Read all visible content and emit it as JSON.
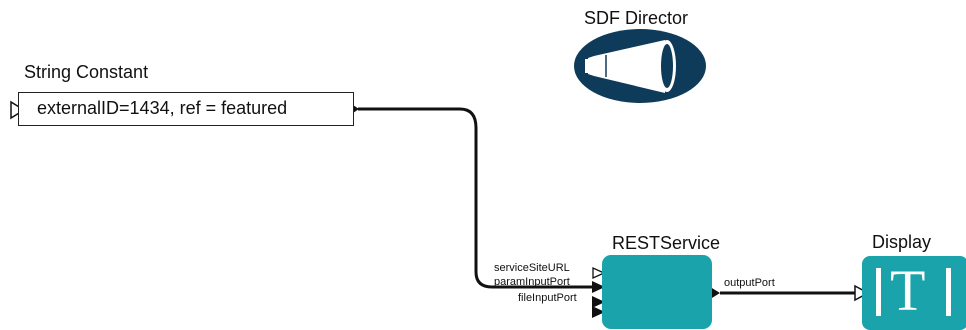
{
  "director": {
    "title": "SDF Director",
    "colors": {
      "fill": "#0f3b5a",
      "icon": "#ffffff"
    }
  },
  "string_constant": {
    "title": "String Constant",
    "value": "externalID=1434, ref = featured"
  },
  "rest_service": {
    "title": "RESTService",
    "input_ports": [
      "serviceSiteURL",
      "paramInputPort",
      "fileInputPort"
    ],
    "output_port": "outputPort",
    "color": "#1aa3ab"
  },
  "display": {
    "title": "Display",
    "glyph": "T",
    "color": "#1aa3ab"
  },
  "connections": [
    {
      "from": "string_constant.output",
      "to": "rest_service.paramInputPort"
    },
    {
      "from": "rest_service.outputPort",
      "to": "display.input"
    }
  ]
}
